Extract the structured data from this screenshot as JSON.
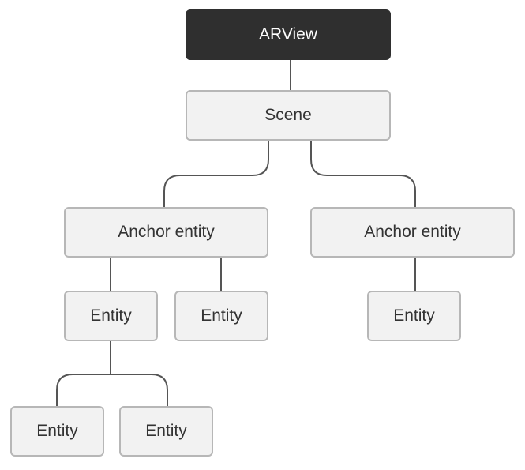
{
  "colors": {
    "root_fill": "#2f2f2f",
    "node_fill": "#f2f2f2",
    "node_border": "#b7b7b7",
    "connector": "#555555"
  },
  "nodes": {
    "arview": "ARView",
    "scene": "Scene",
    "anchor_left": "Anchor entity",
    "anchor_right": "Anchor entity",
    "entity_a": "Entity",
    "entity_b": "Entity",
    "entity_c": "Entity",
    "entity_d": "Entity",
    "entity_e": "Entity"
  },
  "edges": [
    [
      "arview",
      "scene"
    ],
    [
      "scene",
      "anchor_left"
    ],
    [
      "scene",
      "anchor_right"
    ],
    [
      "anchor_left",
      "entity_a"
    ],
    [
      "anchor_left",
      "entity_b"
    ],
    [
      "anchor_right",
      "entity_c"
    ],
    [
      "entity_a",
      "entity_d"
    ],
    [
      "entity_a",
      "entity_e"
    ]
  ]
}
